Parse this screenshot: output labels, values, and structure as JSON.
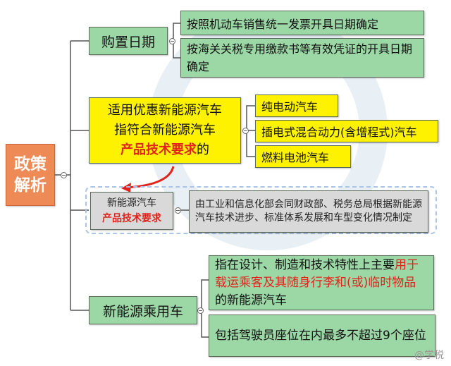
{
  "root": {
    "line1": "政策",
    "line2": "解析"
  },
  "branches": {
    "purchase_date": {
      "label": "购置日期",
      "items": [
        "按照机动车销售统一发票开具日期确定",
        "按海关关税专用缴款书等有效凭证的开具日期确定"
      ]
    },
    "preferential": {
      "line1": "适用优惠新能源汽车",
      "line2": "指符合新能源汽车",
      "line3_red": "产品技术要求",
      "line3_tail": "的",
      "items": [
        "纯电动汽车",
        "插电式混合动力(含增程式)汽车",
        "燃料电池汽车"
      ]
    },
    "tech_req": {
      "line1": "新能源汽车",
      "line2_red": "产品技术要求",
      "detail": "由工业和信息化部会同财政部、税务总局根据新能源汽车技术进步、标准体系发展和车型变化情况制定"
    },
    "passenger": {
      "label": "新能源乘用车",
      "item1_pre": "指在设计、制造和技术特性上主要",
      "item1_red": "用于载运乘客及其随身行李和(或)临时物品",
      "item1_post": "的新能源汽车",
      "item2": "包括驾驶员座位在内最多不超过9个座位"
    }
  },
  "watermark": "@学税",
  "colors": {
    "root_fill": "#ee8a55",
    "node_green": "#9cd7a6",
    "node_yellow": "#fff200",
    "node_grey": "#d9d9d9",
    "highlight_red": "#e0241c",
    "dashed_outline": "#a9c4e8"
  }
}
